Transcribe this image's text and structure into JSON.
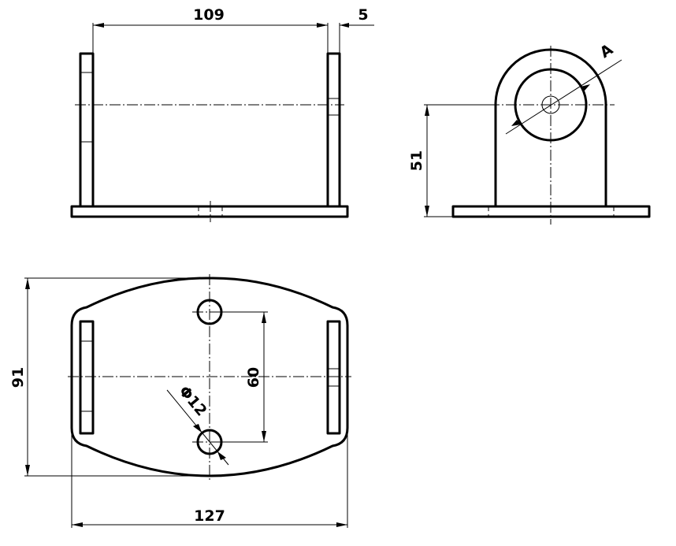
{
  "dimensions": {
    "width_top": "109",
    "thickness": "5",
    "height": "51",
    "section": "A",
    "depth": "91",
    "hole_spacing": "60",
    "hole_diameter": "Φ12",
    "length": "127"
  }
}
